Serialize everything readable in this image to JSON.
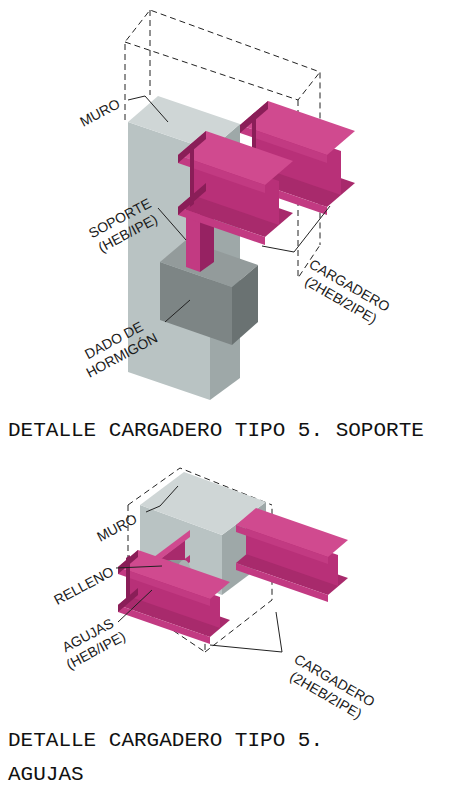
{
  "diagram": {
    "labels": [
      "MURO",
      "SOPORTE (HEB/IPE)",
      "DADO DE HORMIGÓN",
      "CARGADERO (2HEB/2IPE)",
      "DETALLE CARGADERO TIPO 5. SOPORTE",
      "MURO",
      "RELLENO",
      "AGUJAS (HEB/IPE)",
      "CARGADERO (2HEB/2IPE)",
      "DETALLE CARGADERO TIPO 5. AGUJAS"
    ]
  }
}
